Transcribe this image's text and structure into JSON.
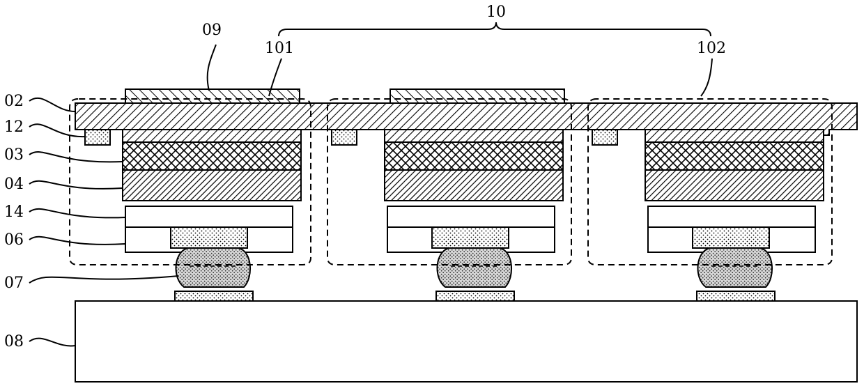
{
  "figure": {
    "labels": {
      "layer_02": "02",
      "layer_12": "12",
      "layer_03": "03",
      "layer_04": "04",
      "layer_14": "14",
      "layer_06": "06",
      "layer_07": "07",
      "layer_08": "08",
      "layer_09": "09",
      "group_10": "10",
      "unit_101": "101",
      "unit_102": "102"
    }
  }
}
